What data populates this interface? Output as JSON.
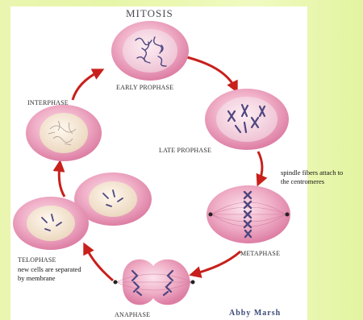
{
  "title": "MITOSIS",
  "stages": {
    "early_prophase": "EARLY PROPHASE",
    "late_prophase": "LATE PROPHASE",
    "metaphase": "METAPHASE",
    "anaphase": "ANAPHASE",
    "telophase": "TELOPHASE",
    "interphase": "INTERPHASE"
  },
  "notes": {
    "metaphase_line1": "spindle fibers attach to",
    "metaphase_line2": "the centromeres",
    "telophase_line1": "new cells are separated",
    "telophase_line2": "by membrane"
  },
  "signature": "Abby Marsh",
  "colors": {
    "background": "#e8f6a8",
    "panel": "#ffffff",
    "cell": "#e58fb0",
    "nucleus": "#f4e4cf",
    "chromosome": "#5a4e86",
    "arrow": "#c8201c"
  }
}
